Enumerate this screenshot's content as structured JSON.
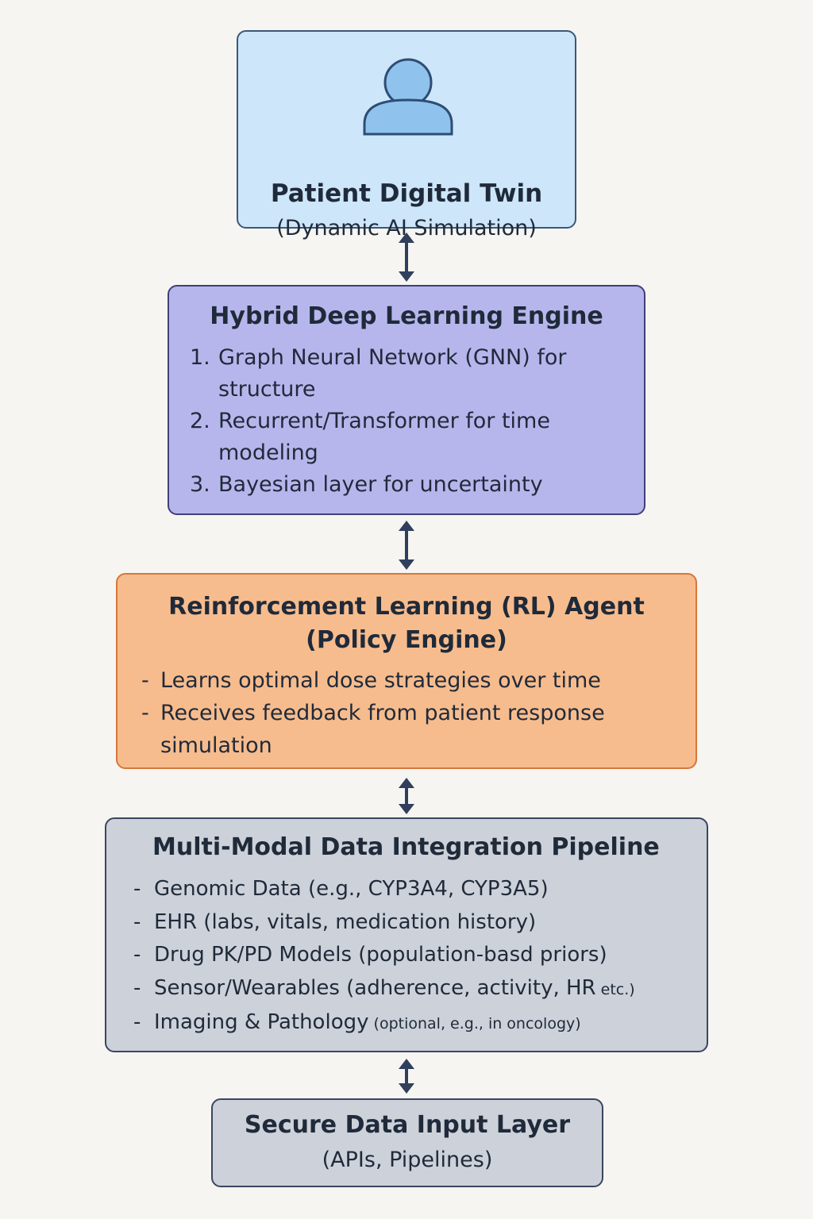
{
  "twin": {
    "icon": "person-icon",
    "title": "Patient Digital Twin",
    "subtitle": "(Dynamic AI Simulation)"
  },
  "engine": {
    "title": "Hybrid Deep Learning Engine",
    "items": [
      {
        "num": "1.",
        "text": "Graph Neural Network (GNN) for structure"
      },
      {
        "num": "2.",
        "text": "Recurrent/Transformer for time modeling"
      },
      {
        "num": "3.",
        "text": "Bayesian layer for uncertainty"
      }
    ]
  },
  "rl_agent": {
    "title_line1": "Reinforcement Learning (RL) Agent",
    "title_line2": "(Policy Engine)",
    "items": [
      {
        "dash": "-",
        "text": "Learns optimal dose strategies over time"
      },
      {
        "dash": "-",
        "text": "Receives feedback from patient response simulation"
      }
    ]
  },
  "pipeline": {
    "title": "Multi-Modal Data Integration Pipeline",
    "items": [
      {
        "dash": "-",
        "text": "Genomic Data (e.g., CYP3A4, CYP3A5)"
      },
      {
        "dash": "-",
        "text": "EHR (labs, vitals, medication history)"
      },
      {
        "dash": "-",
        "text": "Drug PK/PD Models (population-basd priors)"
      },
      {
        "dash": "-",
        "text": "Sensor/Wearables (adherence, activity, HR",
        "small": " etc.)"
      },
      {
        "dash": "-",
        "text": "Imaging & Pathology",
        "small": " (optional, e.g., in oncology)"
      }
    ]
  },
  "input_layer": {
    "title": "Secure Data Input Layer",
    "subtitle": "(APIs, Pipelines)"
  },
  "colors": {
    "twin_fill": "#cde6fa",
    "engine_fill": "#b7b6ec",
    "rl_fill": "#f7bc8d",
    "pipeline_fill": "#cdd1d9",
    "arrow": "#2f3f5c"
  }
}
